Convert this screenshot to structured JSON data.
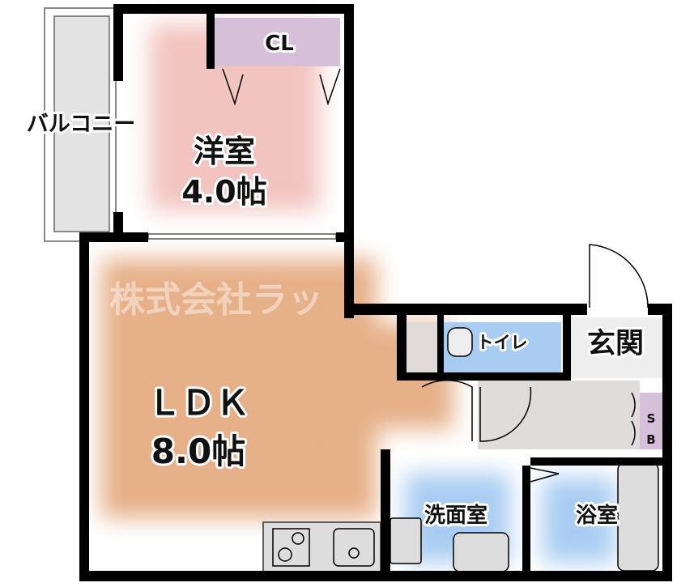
{
  "rooms": {
    "western": {
      "name": "洋室",
      "size": "4.0帖"
    },
    "closet": "CL",
    "balcony": "バルコニー",
    "ldk": {
      "name": "ＬＤＫ",
      "size": "8.0帖"
    },
    "toilet": "トイレ",
    "entrance": "玄関",
    "washroom": "洗面室",
    "bathroom": "浴室",
    "shoe_box": [
      "S",
      "B"
    ]
  },
  "watermark": "株式会社ラッ",
  "colors": {
    "wall": "#000000",
    "western": "#f2c4c0",
    "closet": "#d5bfd9",
    "ldk": "#e6b088",
    "wet_area": "#a9cdf2",
    "fixture": "#dddddd"
  }
}
